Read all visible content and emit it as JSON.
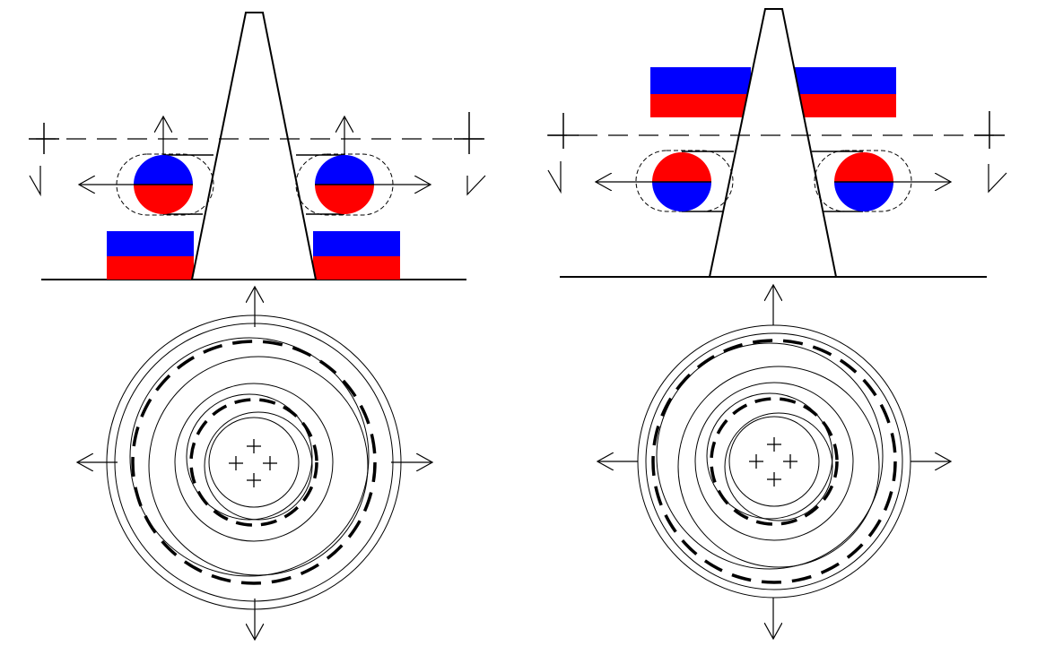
{
  "colors": {
    "north_pole": "#0000ff",
    "south_pole": "#ff0000",
    "line": "#000000",
    "background": "#ffffff"
  },
  "panels": [
    {
      "name": "left-side-view",
      "description_hidden": true,
      "top_magnet_pair": false,
      "ball_orientation": "blue-top"
    },
    {
      "name": "right-side-view",
      "description_hidden": true,
      "top_magnet_pair": true,
      "ball_orientation": "red-top"
    }
  ]
}
